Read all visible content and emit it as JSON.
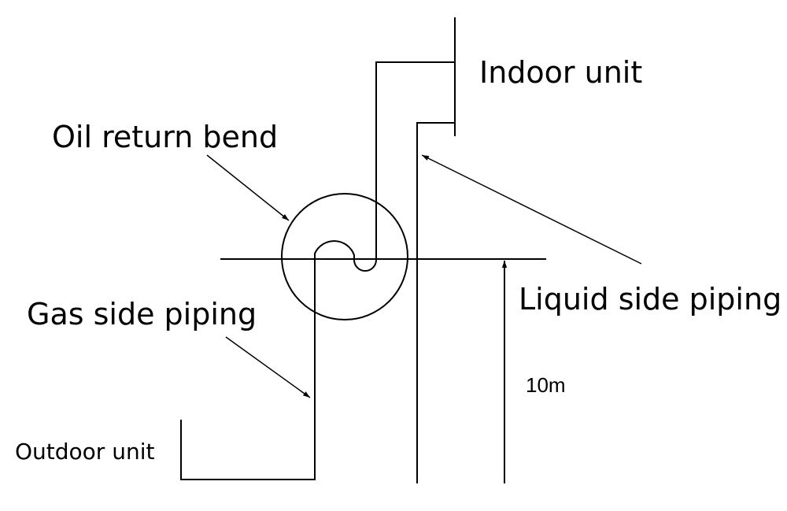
{
  "labels": {
    "indoor_unit": "Indoor unit",
    "oil_return_bend": "Oil return bend",
    "gas_side_piping": "Gas side piping",
    "liquid_side_piping": "Liquid side piping",
    "outdoor_unit": "Outdoor unit",
    "height": "10m"
  },
  "colors": {
    "line": "#000000",
    "background": "#ffffff"
  }
}
